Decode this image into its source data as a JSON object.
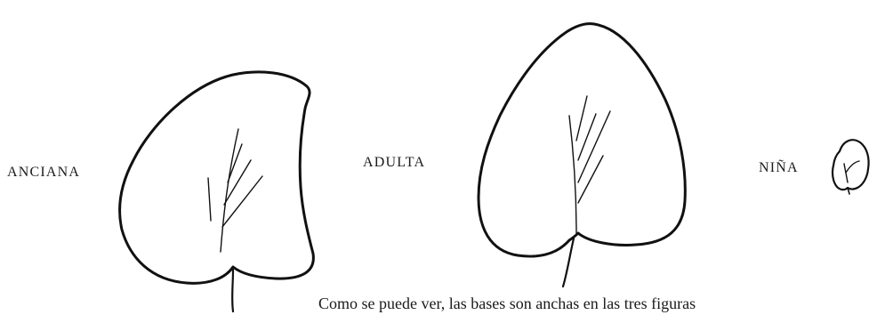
{
  "labels": {
    "elderly": "ANCIANA",
    "adult": "ADULTA",
    "child": "NIÑA"
  },
  "caption": "Como se puede ver, las bases son anchas en las tres figuras"
}
